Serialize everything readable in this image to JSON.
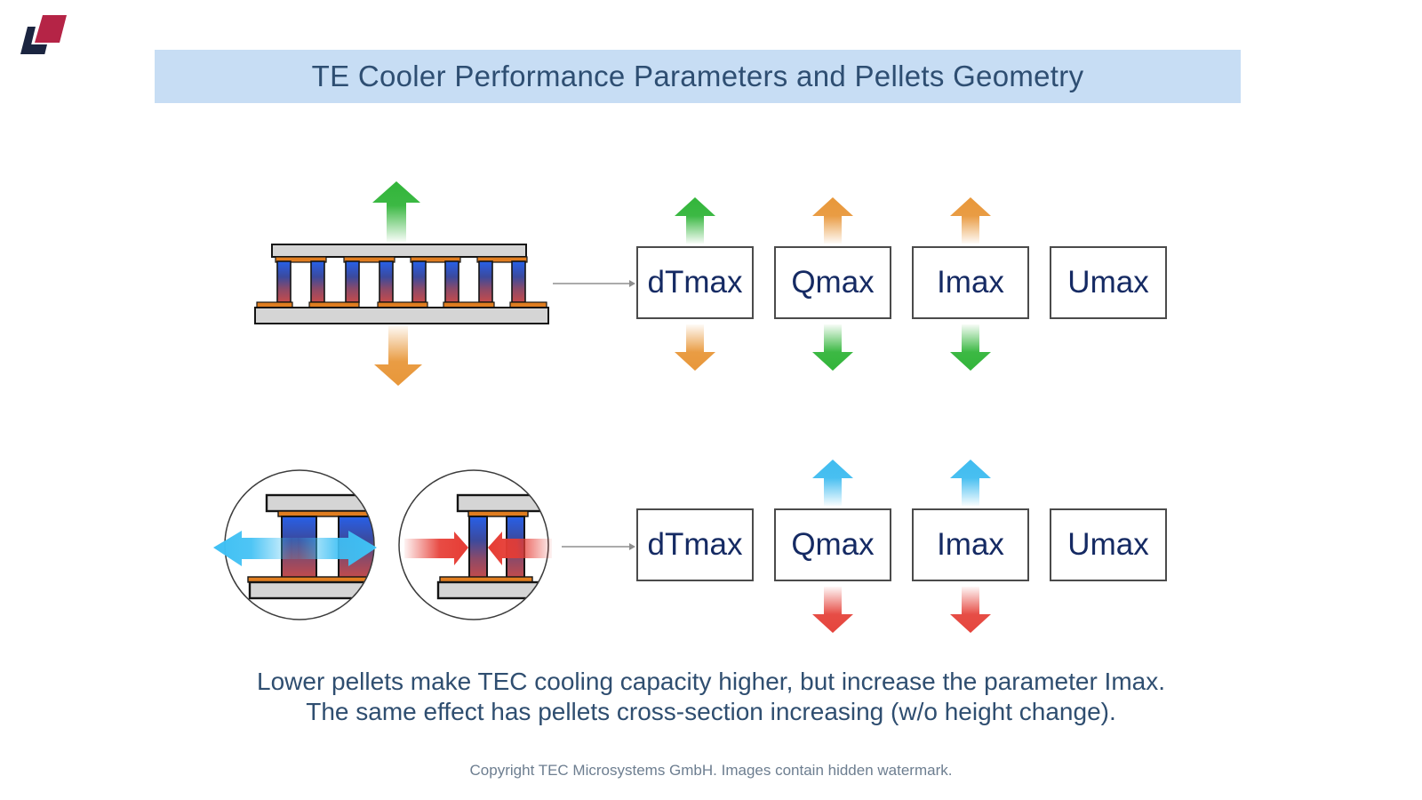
{
  "title": "TE Cooler Performance Parameters and Pellets Geometry",
  "diagram": {
    "rows": [
      {
        "id": "pellet-height-effect",
        "illustration": "tec-module-side-view",
        "illustration_arrows": [
          "green-up-above-module",
          "orange-down-below-module"
        ],
        "boxes": [
          {
            "label": "dTmax",
            "arrow_above": "green-up",
            "arrow_below": "orange-down"
          },
          {
            "label": "Qmax",
            "arrow_above": "orange-up",
            "arrow_below": "green-down"
          },
          {
            "label": "Imax",
            "arrow_above": "orange-up",
            "arrow_below": "green-down"
          },
          {
            "label": "Umax",
            "arrow_above": null,
            "arrow_below": null
          }
        ]
      },
      {
        "id": "pellet-cross-section-effect",
        "illustration": "pellet-zoom-circles",
        "circles": [
          {
            "id": "cross-section-increase",
            "arrows": "cyan-outward"
          },
          {
            "id": "cross-section-decrease",
            "arrows": "red-inward"
          }
        ],
        "boxes": [
          {
            "label": "dTmax",
            "arrow_above": null,
            "arrow_below": null
          },
          {
            "label": "Qmax",
            "arrow_above": "blue-up",
            "arrow_below": "red-down"
          },
          {
            "label": "Imax",
            "arrow_above": "blue-up",
            "arrow_below": "red-down"
          },
          {
            "label": "Umax",
            "arrow_above": null,
            "arrow_below": null
          }
        ]
      }
    ]
  },
  "note": {
    "line1": "Lower pellets make TEC cooling capacity higher, but increase the parameter Imax.",
    "line2": "The same effect has pellets cross-section increasing (w/o height change)."
  },
  "footer": {
    "copyright": "Copyright TEC Microsystems GmbH. Images contain hidden watermark."
  },
  "colors": {
    "title_bar_bg": "#c7ddf4",
    "title_text": "#2e4e72",
    "box_text": "#152a63",
    "box_border": "#4b4b4b",
    "green_arrow": "#32b53a",
    "orange_arrow": "#e89b3c",
    "blue_arrow": "#3fbcf0",
    "red_arrow": "#e5443c",
    "cyan_arrow": "#3fc0f4",
    "ceramic_plate": "#d5d5d5",
    "copper_pad": "#e07d20",
    "pellet_top": "#2760e8",
    "pellet_bottom": "#c64b4b",
    "logo_navy": "#1b2540",
    "logo_red": "#b52446"
  }
}
